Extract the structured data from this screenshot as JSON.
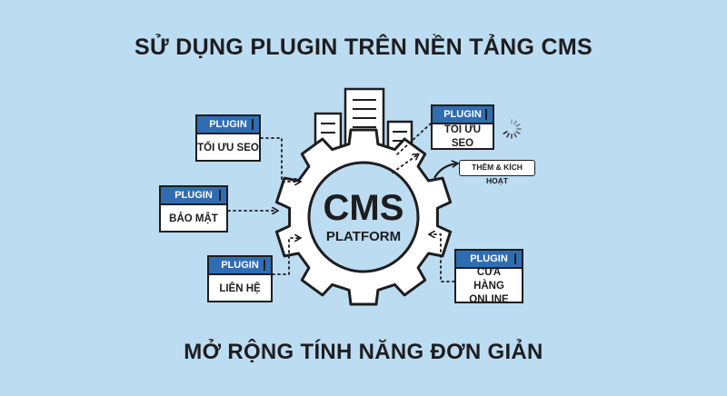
{
  "title": "SỬ DỤNG PLUGIN TRÊN NỀN TẢNG CMS",
  "subtitle": "MỞ RỘNG TÍNH NĂNG ĐƠN GIẢN",
  "center": {
    "line1": "CMS",
    "line2": "PLATFORM"
  },
  "plugin_header": "PLUGIN",
  "plugins": [
    {
      "id": "seo-left",
      "label": "TỐI ƯU SEO"
    },
    {
      "id": "security",
      "label": "BẢO MẬT"
    },
    {
      "id": "contact",
      "label": "LIÊN HỆ"
    },
    {
      "id": "seo-right",
      "label": "TỐI ƯU SEO"
    },
    {
      "id": "shop",
      "label": "CỬA HÀNG ONLINE"
    }
  ],
  "action_label": "THÊM & KÍCH HOẠT",
  "colors": {
    "background": "#bcdcf1",
    "gear": "#ffffff",
    "stroke": "#1d1d1f",
    "plugin_header": "#2f6db3",
    "inner_circle": "#bcdcf1"
  }
}
